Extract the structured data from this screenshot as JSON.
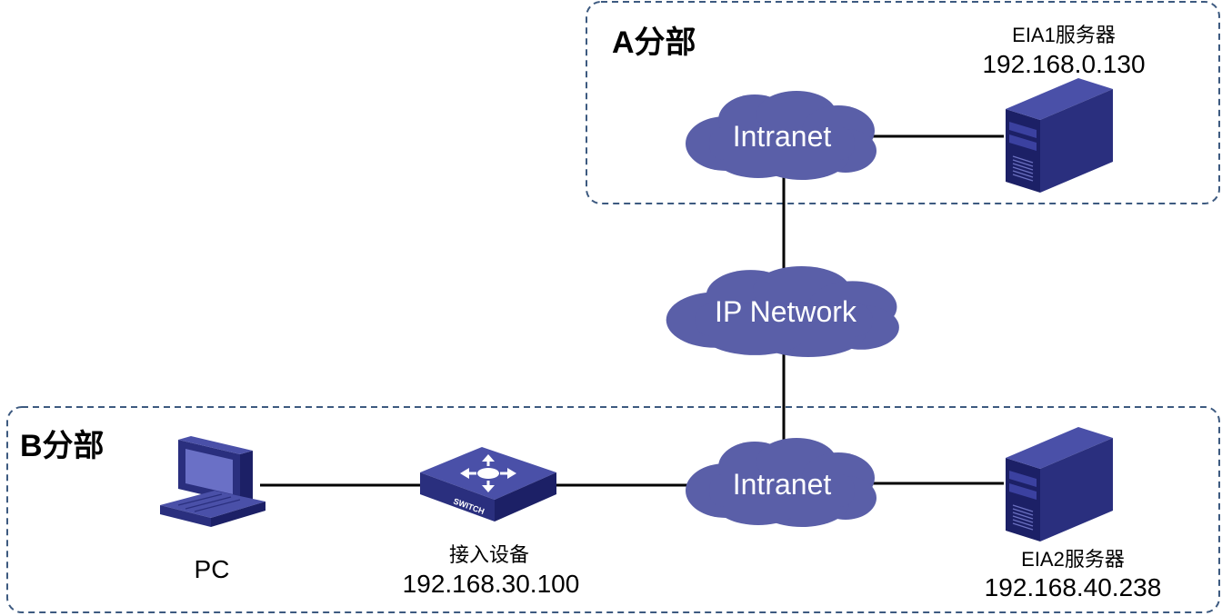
{
  "diagram": {
    "branch_a": {
      "title": "A分部"
    },
    "branch_b": {
      "title": "B分部"
    },
    "cloud_intranet_a": {
      "label": "Intranet"
    },
    "cloud_ip_network": {
      "label": "IP Network"
    },
    "cloud_intranet_b": {
      "label": "Intranet"
    },
    "server_eia1": {
      "name": "EIA1服务器",
      "ip": "192.168.0.130"
    },
    "server_eia2": {
      "name": "EIA2服务器",
      "ip": "192.168.40.238"
    },
    "access_device": {
      "name": "接入设备",
      "ip": "192.168.30.100",
      "badge": "SWITCH"
    },
    "pc": {
      "name": "PC"
    }
  },
  "colors": {
    "cloud": "#5a5fa8",
    "device_front": "#2a2f7e",
    "device_side": "#1c2066",
    "device_top": "#4a50a8",
    "zone_border": "#3d5a80",
    "link": "#000000"
  },
  "icons": [
    "cloud-icon",
    "server-icon",
    "switch-icon",
    "pc-icon"
  ]
}
